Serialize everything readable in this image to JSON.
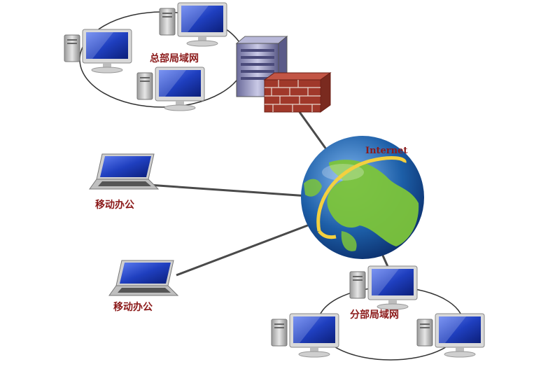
{
  "diagram": {
    "hq_label": "总部局域网",
    "branch_label": "分部局域网",
    "internet_label": "Internet",
    "mobile_label_1": "移动办公",
    "mobile_label_2": "移动办公",
    "colors": {
      "label": "#8b1a1a",
      "link_line": "#4a4a4a",
      "screen": "#1f3fbf",
      "brick": "#a0382a",
      "ocean": "#1d5fa8",
      "land": "#7cc43a",
      "ring": "#f4d03f"
    },
    "icons": [
      "desktop-computer-icon",
      "server-icon",
      "firewall-icon",
      "globe-icon",
      "laptop-icon"
    ]
  }
}
